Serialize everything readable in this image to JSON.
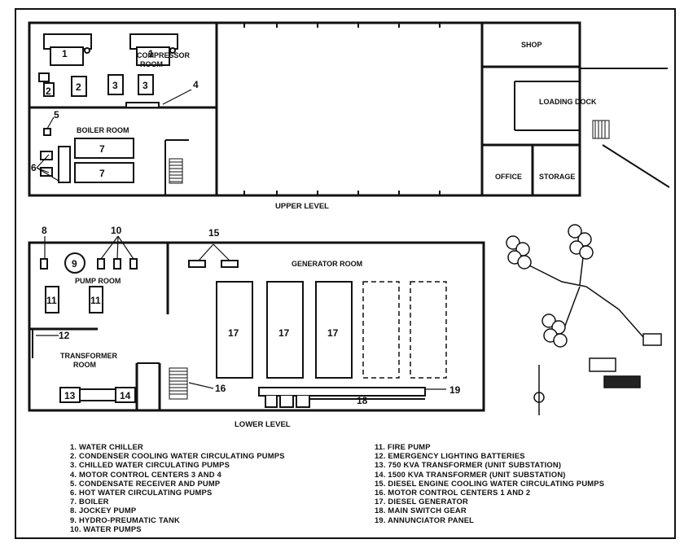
{
  "rooms": {
    "compressor": [
      "COMPRESSOR",
      "ROOM"
    ],
    "boiler": "BOILER ROOM",
    "shop": "SHOP",
    "loading_dock": "LOADING DOCK",
    "office": "OFFICE",
    "storage": "STORAGE",
    "pump": "PUMP ROOM",
    "transformer": [
      "TRANSFORMER",
      "ROOM"
    ],
    "generator": "GENERATOR ROOM"
  },
  "levels": {
    "upper": "UPPER LEVEL",
    "lower": "LOWER LEVEL"
  },
  "markers": {
    "m1": "1",
    "m2": "2",
    "m3": "3",
    "m4": "4",
    "m5": "5",
    "m6": "6",
    "m7": "7",
    "m8": "8",
    "m9": "9",
    "m10": "10",
    "m11": "11",
    "m12": "12",
    "m13": "13",
    "m14": "14",
    "m15": "15",
    "m16": "16",
    "m17": "17",
    "m18": "18",
    "m19": "19"
  },
  "legend": {
    "left": [
      "1. WATER CHILLER",
      "2. CONDENSER COOLING WATER CIRCULATING PUMPS",
      "3. CHILLED WATER CIRCULATING PUMPS",
      "4. MOTOR CONTROL CENTERS 3 AND 4",
      "5. CONDENSATE RECEIVER AND PUMP",
      "6. HOT WATER CIRCULATING PUMPS",
      "7. BOILER",
      "8. JOCKEY PUMP",
      "9. HYDRO-PREUMATIC TANK",
      "10. WATER PUMPS"
    ],
    "right": [
      "11. FIRE PUMP",
      "12. EMERGENCY LIGHTING BATTERIES",
      "13. 750 KVA TRANSFORMER (UNIT SUBSTATION)",
      "14. 1500 KVA TRANSFORMER (UNIT SUBSTATION)",
      "15. DIESEL ENGINE COOLING WATER CIRCULATING PUMPS",
      "16. MOTOR CONTROL CENTERS 1 AND 2",
      "17. DIESEL GENERATOR",
      "18. MAIN SWITCH GEAR",
      "19. ANNUNCIATOR PANEL"
    ]
  }
}
